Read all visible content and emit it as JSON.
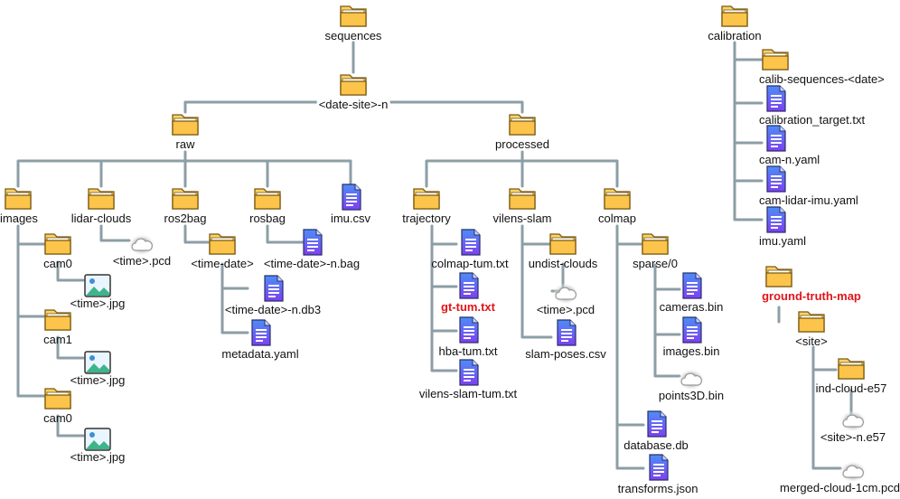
{
  "colors": {
    "line": "#8c9ea6",
    "folder_fill": "#fcd26a",
    "folder_stroke": "#7a5a12",
    "file_top": "#4c8ef7",
    "file_bottom": "#7e3ff2",
    "highlight_text": "#e0151b"
  },
  "nodes": {
    "sequences": {
      "label": "sequences",
      "icon": "folder-icon"
    },
    "date_site": {
      "label": "<date-site>-n",
      "icon": "folder-icon"
    },
    "raw": {
      "label": "raw",
      "icon": "folder-icon"
    },
    "processed": {
      "label": "processed",
      "icon": "folder-icon"
    },
    "images": {
      "label": "images",
      "icon": "folder-icon"
    },
    "lidar_clouds": {
      "label": "lidar-clouds",
      "icon": "folder-icon"
    },
    "ros2bag": {
      "label": "ros2bag",
      "icon": "folder-icon"
    },
    "rosbag": {
      "label": "rosbag",
      "icon": "folder-icon"
    },
    "imu_csv": {
      "label": "imu.csv",
      "icon": "file-icon"
    },
    "cam0_a": {
      "label": "cam0",
      "icon": "folder-icon"
    },
    "jpg_a": {
      "label": "<time>.jpg",
      "icon": "image-icon"
    },
    "cam1": {
      "label": "cam1",
      "icon": "folder-icon"
    },
    "jpg_b": {
      "label": "<time>.jpg",
      "icon": "image-icon"
    },
    "cam0_b": {
      "label": "cam0",
      "icon": "folder-icon"
    },
    "jpg_c": {
      "label": "<time>.jpg",
      "icon": "image-icon"
    },
    "lidar_pcd": {
      "label": "<time>.pcd",
      "icon": "cloud-icon"
    },
    "time_date": {
      "label": "<time-date>",
      "icon": "folder-icon"
    },
    "db3": {
      "label": "<time-date>-n.db3",
      "icon": "file-icon"
    },
    "metadata": {
      "label": "metadata.yaml",
      "icon": "file-icon"
    },
    "ros_bag": {
      "label": "<time-date>-n.bag",
      "icon": "file-icon"
    },
    "trajectory": {
      "label": "trajectory",
      "icon": "folder-icon"
    },
    "vilens_slam": {
      "label": "vilens-slam",
      "icon": "folder-icon"
    },
    "colmap": {
      "label": "colmap",
      "icon": "folder-icon"
    },
    "colmap_tum": {
      "label": "colmap-tum.txt",
      "icon": "file-icon"
    },
    "gt_tum": {
      "label": "gt-tum.txt",
      "icon": "file-icon"
    },
    "hba_tum": {
      "label": "hba-tum.txt",
      "icon": "file-icon"
    },
    "vilens_tum": {
      "label": "vilens-slam-tum.txt",
      "icon": "file-icon"
    },
    "undist": {
      "label": "undist-clouds",
      "icon": "folder-icon"
    },
    "undist_pcd": {
      "label": "<time>.pcd",
      "icon": "cloud-icon"
    },
    "slam_poses": {
      "label": "slam-poses.csv",
      "icon": "file-icon"
    },
    "sparse": {
      "label": "sparse/0",
      "icon": "folder-icon"
    },
    "cameras_bin": {
      "label": "cameras.bin",
      "icon": "file-icon"
    },
    "images_bin": {
      "label": "images.bin",
      "icon": "file-icon"
    },
    "points3d": {
      "label": "points3D.bin",
      "icon": "cloud-icon"
    },
    "database": {
      "label": "database.db",
      "icon": "file-icon"
    },
    "transforms": {
      "label": "transforms.json",
      "icon": "file-icon"
    },
    "calibration": {
      "label": "calibration",
      "icon": "folder-icon"
    },
    "calib_seq": {
      "label": "calib-sequences-<date>",
      "icon": "folder-icon"
    },
    "calib_target": {
      "label": "calibration_target.txt",
      "icon": "file-icon"
    },
    "cam_n": {
      "label": "cam-n.yaml",
      "icon": "file-icon"
    },
    "cam_lidar_imu": {
      "label": "cam-lidar-imu.yaml",
      "icon": "file-icon"
    },
    "imu_yaml": {
      "label": "imu.yaml",
      "icon": "file-icon"
    },
    "gt_map": {
      "label": "ground-truth-map",
      "icon": "folder-icon"
    },
    "site": {
      "label": "<site>",
      "icon": "folder-icon"
    },
    "ind_cloud": {
      "label": "ind-cloud-e57",
      "icon": "folder-icon"
    },
    "site_e57": {
      "label": "<site>-n.e57",
      "icon": "cloud-icon"
    },
    "merged_cloud": {
      "label": "merged-cloud-1cm.pcd",
      "icon": "cloud-icon"
    }
  }
}
